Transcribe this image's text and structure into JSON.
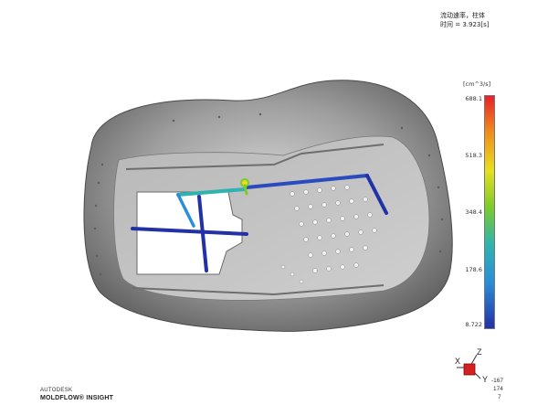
{
  "header": {
    "title": "流动速率，柱体",
    "time_label": "时间 = 3.923[s]"
  },
  "legend": {
    "unit": "[cm^3/s]",
    "ticks": [
      "688.1",
      "518.3",
      "348.4",
      "178.6",
      "8.722"
    ],
    "colors": [
      "#e8202a",
      "#f18a1c",
      "#e7e01f",
      "#7ccb2a",
      "#2fb3b0",
      "#2a8fd8",
      "#2331a6"
    ]
  },
  "brand": {
    "line1": "AUTODESK",
    "line2": "MOLDFLOW® INSIGHT"
  },
  "triad": {
    "x_label": "X",
    "z_label": "Z",
    "y_label": "Y",
    "values": [
      "-167",
      "174",
      "7"
    ]
  },
  "model": {
    "shell_color": "#8f8f8f",
    "runner_colors": [
      "#2331a6",
      "#2fb3b0",
      "#7ccb2a",
      "#e7e01f"
    ]
  }
}
